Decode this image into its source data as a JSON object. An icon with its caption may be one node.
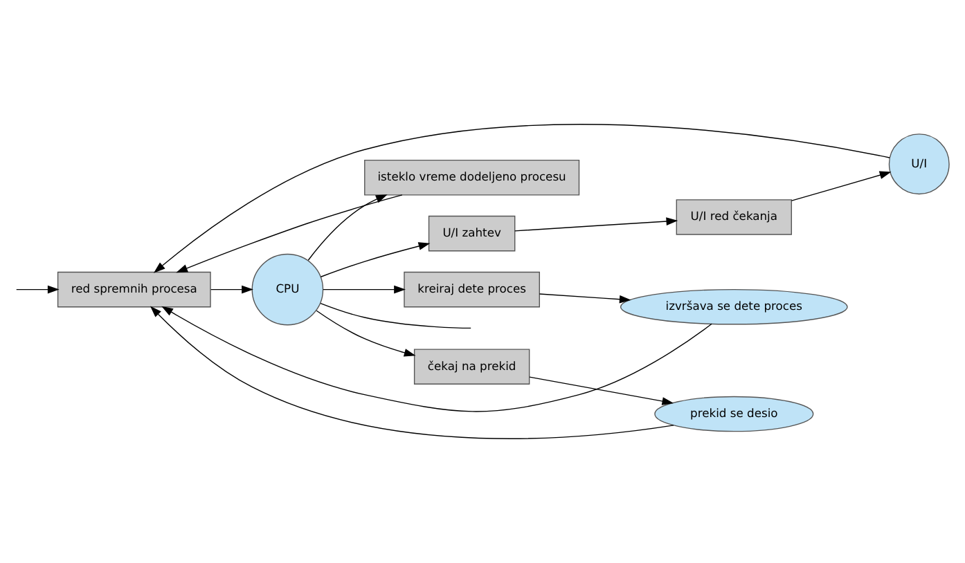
{
  "diagram": {
    "nodes": [
      {
        "text": [
          "red spremnih procesa"
        ]
      },
      {
        "text": [
          "CPU"
        ]
      },
      {
        "text": [
          "U/I"
        ]
      },
      {
        "text": [
          "U/I red čekanja"
        ]
      },
      {
        "text": [
          "U/I zahtev"
        ]
      },
      {
        "text": [
          "isteklo vreme dodeljeno procesu"
        ]
      },
      {
        "text": [
          "izvršava se dete proces"
        ]
      },
      {
        "text": [
          "kreiraj dete proces"
        ]
      },
      {
        "text": [
          "prekid se desio"
        ]
      },
      {
        "text": [
          "čekaj na prekid"
        ]
      }
    ],
    "edges": [
      {
        "from": null,
        "to": 0,
        "arrow": "to"
      },
      {
        "from": 0,
        "to": 1,
        "arrow": "to"
      },
      {
        "from": 1,
        "to": null,
        "arrow": "none"
      },
      {
        "from": 1,
        "to": 4,
        "arrow": "to"
      },
      {
        "from": 1,
        "to": 5,
        "arrow": "to"
      },
      {
        "from": 1,
        "to": 7,
        "arrow": "to"
      },
      {
        "from": 1,
        "to": 9,
        "arrow": "to"
      },
      {
        "from": 4,
        "to": 3,
        "arrow": "to"
      },
      {
        "from": 3,
        "to": 2,
        "arrow": "to"
      },
      {
        "from": 2,
        "to": 0,
        "arrow": "to"
      },
      {
        "from": 5,
        "to": 0,
        "arrow": "to"
      },
      {
        "from": 7,
        "to": 6,
        "arrow": "to"
      },
      {
        "from": 6,
        "to": 0,
        "arrow": "to"
      },
      {
        "from": 9,
        "to": 8,
        "arrow": "to"
      },
      {
        "from": 8,
        "to": 0,
        "arrow": "to"
      }
    ]
  }
}
